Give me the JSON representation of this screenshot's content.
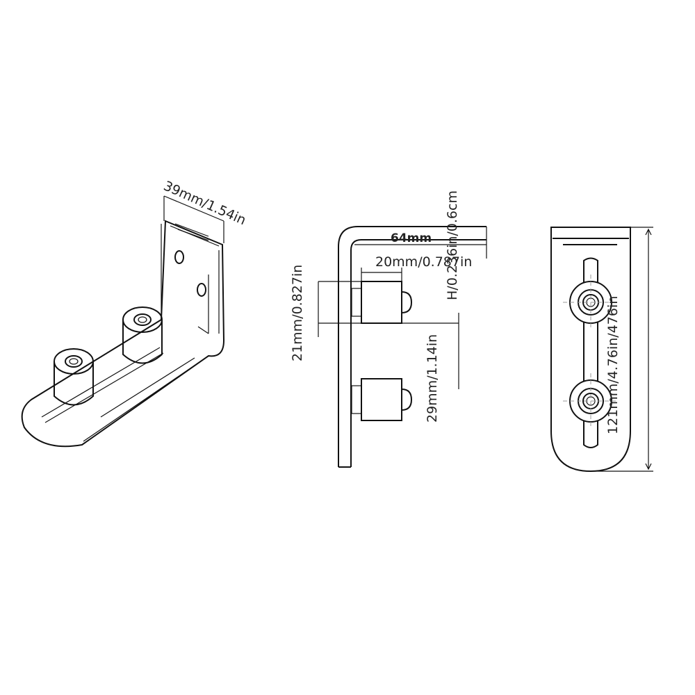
{
  "labels": {
    "width_top": "39mm/1.54in",
    "length_side": "64mm",
    "thickness": "H/0.236in/0.6cm",
    "roller_width": "20mm/0.787in",
    "roller_height": "21mm/0.827in",
    "roller_gap": "29mm/1.14in",
    "total_length": "121mm/4.76in/476in"
  },
  "colors": {
    "line": "#111111",
    "background": "#ffffff"
  }
}
